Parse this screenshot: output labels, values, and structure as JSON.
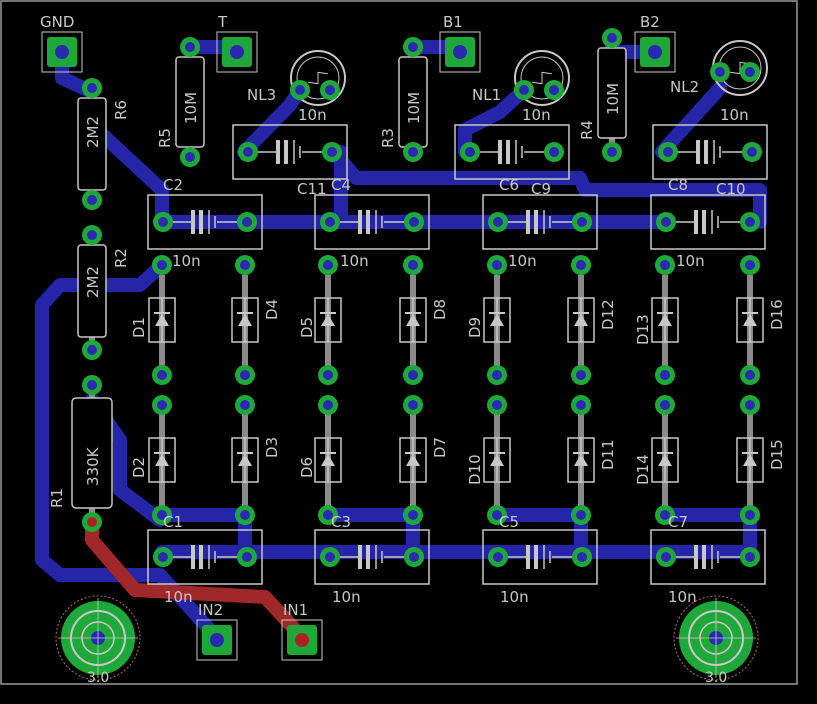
{
  "colors": {
    "background": "#000000",
    "board_outline": "#9a9a9a",
    "trace_bottom": "#2525a8",
    "trace_top": "#a02828",
    "pad": "#1fa83a",
    "pad_hole": "#2a2ab0",
    "pad_hole_top": "#b02020",
    "silkscreen": "#c8c8c8"
  },
  "connectors": {
    "gnd": "GND",
    "t": "T",
    "b1": "B1",
    "b2": "B2",
    "in1": "IN1",
    "in2": "IN2"
  },
  "neon_lamps": {
    "nl1": "NL1",
    "nl2": "NL2",
    "nl3": "NL3"
  },
  "resistors": {
    "r1": {
      "name": "R1",
      "value": "330K"
    },
    "r2": {
      "name": "R2",
      "value": "2M2"
    },
    "r3": {
      "name": "R3",
      "value": "10M"
    },
    "r4": {
      "name": "R4",
      "value": "10M"
    },
    "r5": {
      "name": "R5",
      "value": "10M"
    },
    "r6": {
      "name": "R6",
      "value": "2M2"
    }
  },
  "capacitors": {
    "c1": "C1",
    "c2": "C2",
    "c3": "C3",
    "c4": "C4",
    "c5": "C5",
    "c6": "C6",
    "c7": "C7",
    "c8": "C8",
    "c9": "C9",
    "c10": "C10",
    "c11": "C11",
    "value": "10n"
  },
  "diodes": {
    "d1": "D1",
    "d2": "D2",
    "d3": "D3",
    "d4": "D4",
    "d5": "D5",
    "d6": "D6",
    "d7": "D7",
    "d8": "D8",
    "d9": "D9",
    "d10": "D10",
    "d11": "D11",
    "d12": "D12",
    "d13": "D13",
    "d14": "D14",
    "d15": "D15",
    "d16": "D16"
  },
  "mounting_holes": {
    "left": "3.0",
    "right": "3.0"
  }
}
